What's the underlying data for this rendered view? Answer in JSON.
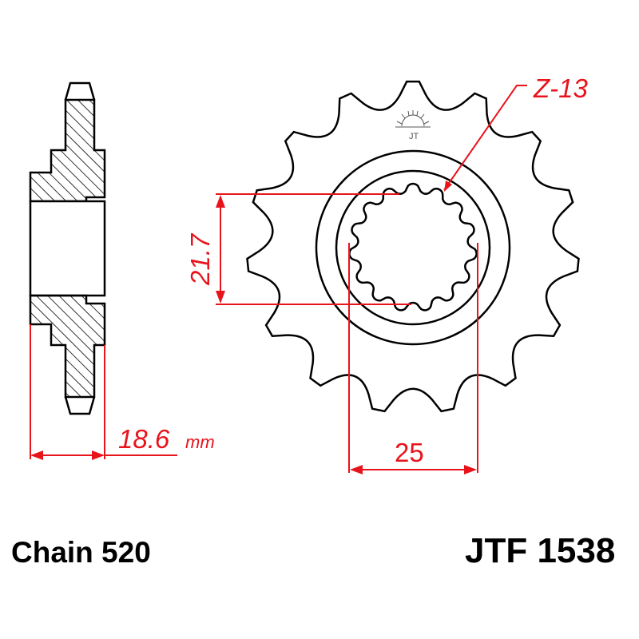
{
  "drawing": {
    "part_number": "JTF 1538",
    "chain_label": "Chain 520",
    "teeth_label": "Z-13",
    "teeth_outer_count": 15,
    "spline_count": 15,
    "dimensions": {
      "width": {
        "value": "18.6",
        "unit": "mm"
      },
      "inner_height": {
        "value": "21.7"
      },
      "inner_width": {
        "value": "25"
      }
    },
    "colors": {
      "outline": "#000000",
      "dimension": "#e8141c",
      "background": "#ffffff"
    },
    "logo_icon": "sunrise-logo-icon"
  }
}
